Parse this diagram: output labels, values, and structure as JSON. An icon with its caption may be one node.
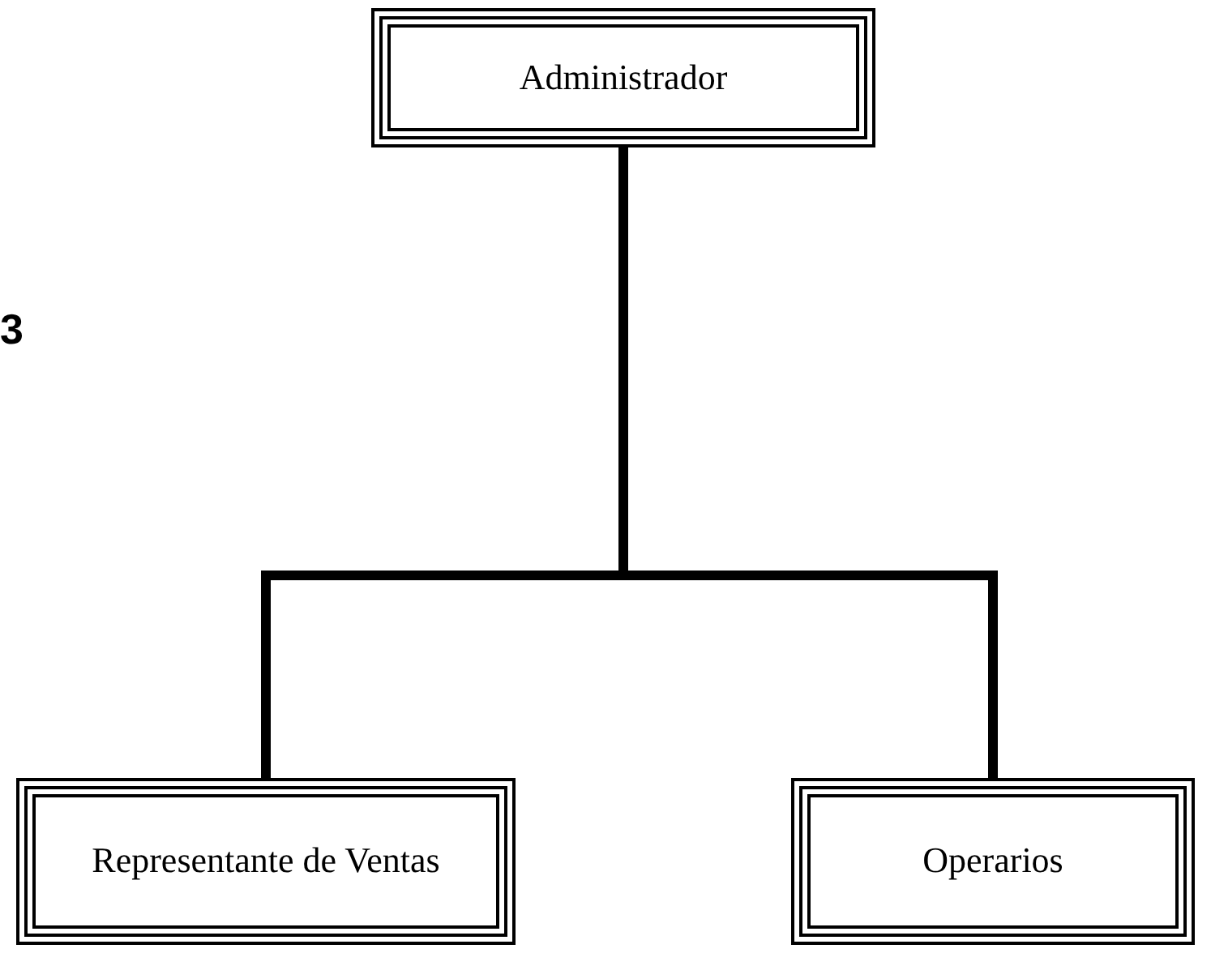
{
  "diagram": {
    "nodes": [
      {
        "text": [
          "Administrador"
        ]
      },
      {
        "text": [
          "Representante de Ventas"
        ]
      },
      {
        "text": [
          "Operarios"
        ]
      }
    ],
    "edges": [
      {
        "from": 0,
        "to": 1,
        "arrow": "none"
      },
      {
        "from": 0,
        "to": 2,
        "arrow": "none"
      }
    ],
    "labels": [
      "3"
    ]
  }
}
